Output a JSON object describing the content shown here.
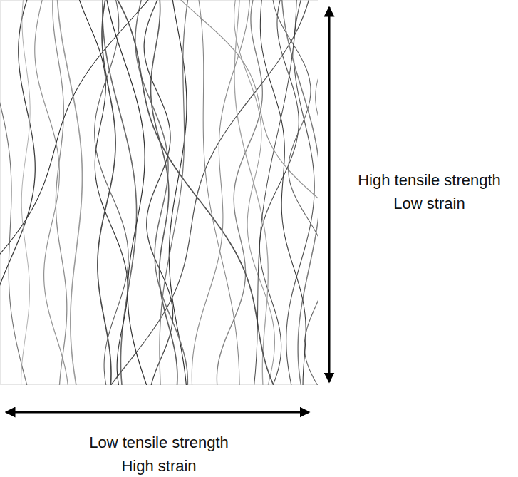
{
  "diagram": {
    "labels": [
      "High tensile strength",
      "Low strain",
      "Low tensile strength",
      "High strain"
    ]
  }
}
